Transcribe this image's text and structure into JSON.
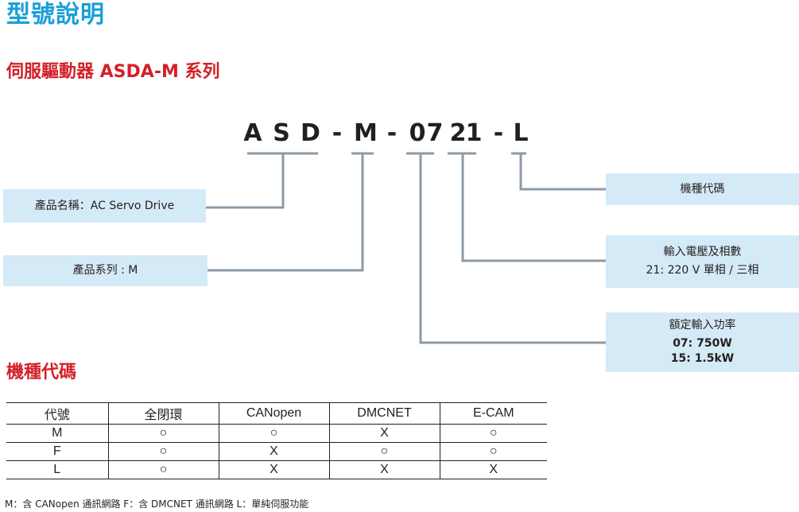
{
  "page": {
    "title": "型號說明",
    "section_title": "伺服驅動器 ASDA-M 系列",
    "model_code": [
      "A",
      "S",
      "D",
      "-",
      "M",
      "-",
      "0",
      "7",
      "2",
      "1",
      "-",
      "L"
    ]
  },
  "boxes": {
    "product_name": "產品名稱：AC Servo Drive",
    "product_series": "產品系列 : M",
    "model_type": "機種代碼",
    "input_voltage": {
      "title": "輸入電壓及相數",
      "line1": "21: 220 V  單相 / 三相"
    },
    "rated_power": {
      "title": "額定輸入功率",
      "line1": "07: 750W",
      "line2": "15: 1.5kW"
    }
  },
  "model_table": {
    "title": "機種代碼",
    "headers": [
      "代號",
      "全閉環",
      "CANopen",
      "DMCNET",
      "E-CAM"
    ],
    "rows": [
      [
        "M",
        "○",
        "○",
        "X",
        "○"
      ],
      [
        "F",
        "○",
        "X",
        "○",
        "○"
      ],
      [
        "L",
        "○",
        "X",
        "X",
        "X"
      ]
    ],
    "footnote": "M：含 CANopen 通訊網路   F：含 DMCNET 通訊網路   L：單純伺服功能"
  },
  "colors": {
    "title_blue": "#1a9fd8",
    "section_red": "#d32027",
    "box_fill": "#d5eaf7",
    "line_gray": "#8c9aa6"
  }
}
